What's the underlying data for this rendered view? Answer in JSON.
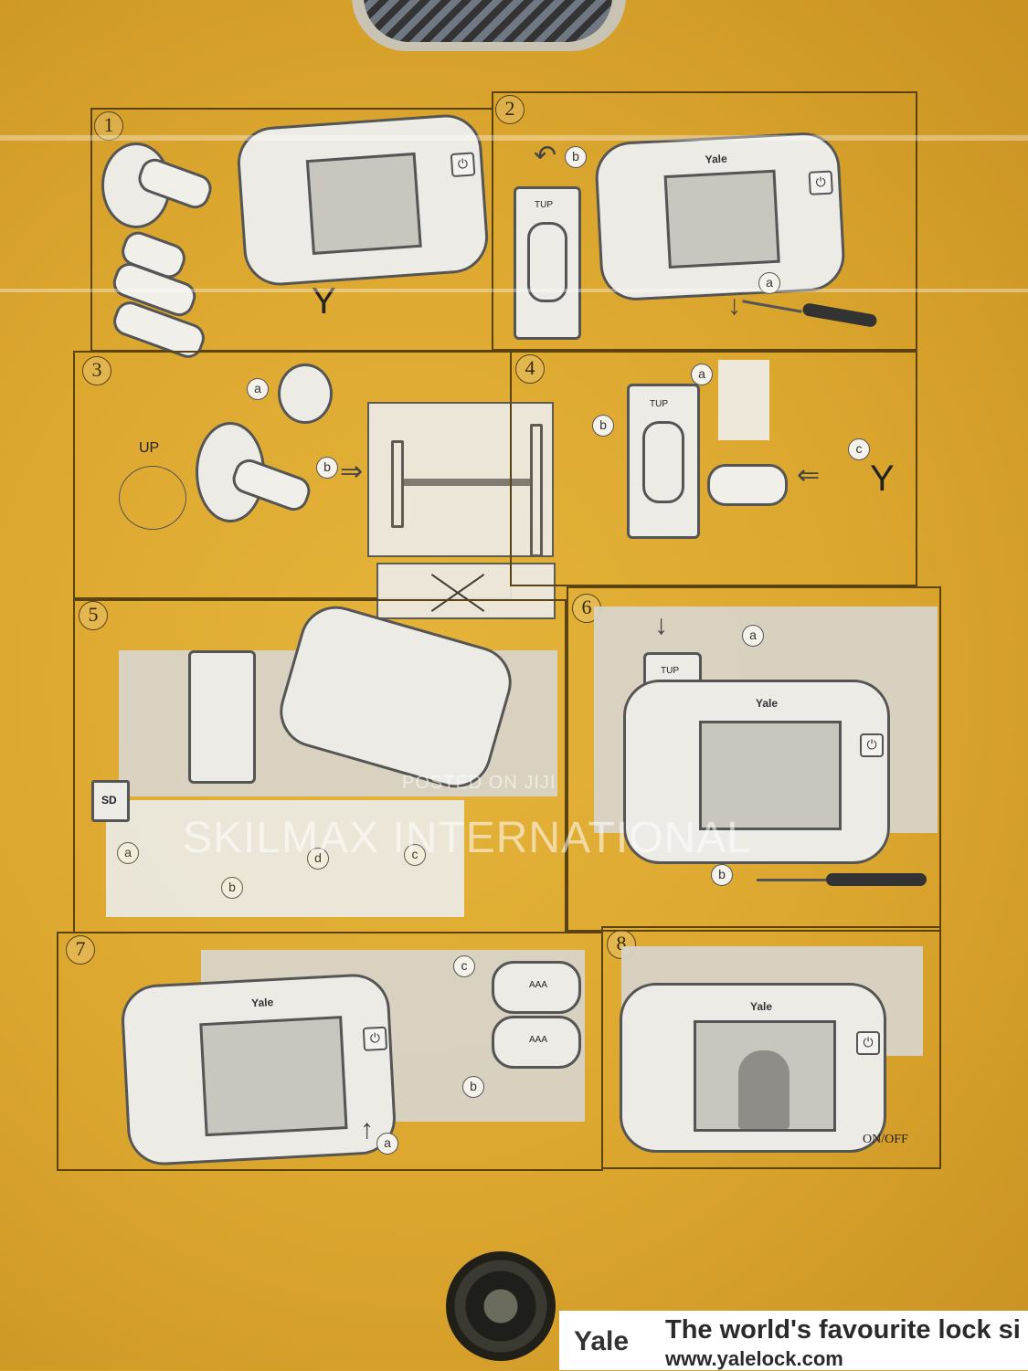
{
  "brand": "Yale",
  "device_brand": "Yale",
  "steps": [
    {
      "num": "1"
    },
    {
      "num": "2",
      "labels": [
        "a",
        "b"
      ],
      "plate_text": "TUP"
    },
    {
      "num": "3",
      "labels": [
        "a",
        "b"
      ],
      "up_text": "UP"
    },
    {
      "num": "4",
      "labels": [
        "a",
        "b",
        "c"
      ],
      "plate_text": "TUP"
    },
    {
      "num": "5",
      "labels": [
        "a",
        "b",
        "c",
        "d"
      ],
      "sd_text": "SD"
    },
    {
      "num": "6",
      "labels": [
        "a",
        "b"
      ],
      "plate_text": "TUP"
    },
    {
      "num": "7",
      "labels": [
        "a",
        "b",
        "c"
      ],
      "battery_text": "AAA"
    },
    {
      "num": "8",
      "on_off": "ON/OFF"
    }
  ],
  "watermark_small": "POSTED ON JIJI",
  "watermark_large": "SKILMAX INTERNATIONAL",
  "footer": {
    "logo": "Yale",
    "tagline": "The world's favourite lock si",
    "website": "www.yalelock.com"
  },
  "icons": [
    "power-icon",
    "screwdriver-icon",
    "arrow-icon",
    "person-silhouette-icon",
    "battery-icon",
    "sd-card-icon"
  ]
}
